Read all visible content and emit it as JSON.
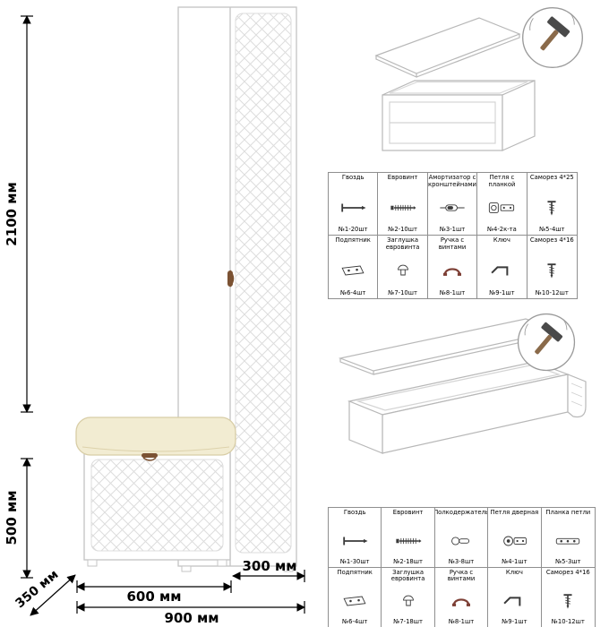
{
  "dims": {
    "total_height": "2100 мм",
    "bench_height": "500 мм",
    "depth": "350 мм",
    "bench_width": "600 мм",
    "cabinet_width": "300 мм",
    "total_width": "900 мм"
  },
  "hardware_top": {
    "row1": [
      {
        "name": "Гвоздь",
        "qty": "№1-20шт"
      },
      {
        "name": "Евровинт",
        "qty": "№2-10шт"
      },
      {
        "name": "Амортизатор с кронштейнами",
        "qty": "№3-1шт"
      },
      {
        "name": "Петля с планкой",
        "qty": "№4-2к-та"
      },
      {
        "name": "Саморез 4*25",
        "qty": "№5-4шт"
      }
    ],
    "row2": [
      {
        "name": "Подпятник",
        "qty": "№6-4шт"
      },
      {
        "name": "Заглушка евровинта",
        "qty": "№7-10шт"
      },
      {
        "name": "Ручка с винтами",
        "qty": "№8-1шт"
      },
      {
        "name": "Ключ",
        "qty": "№9-1шт"
      },
      {
        "name": "Саморез 4*16",
        "qty": "№10-12шт"
      }
    ]
  },
  "hardware_bottom": {
    "row1": [
      {
        "name": "Гвоздь",
        "qty": "№1-30шт"
      },
      {
        "name": "Евровинт",
        "qty": "№2-18шт"
      },
      {
        "name": "Полкодержатель",
        "qty": "№3-8шт"
      },
      {
        "name": "Петля дверная",
        "qty": "№4-1шт"
      },
      {
        "name": "Планка петли",
        "qty": "№5-3шт"
      }
    ],
    "row2": [
      {
        "name": "Подпятник",
        "qty": "№6-4шт"
      },
      {
        "name": "Заглушка евровинта",
        "qty": "№7-18шт"
      },
      {
        "name": "Ручка с винтами",
        "qty": "№8-1шт"
      },
      {
        "name": "Ключ",
        "qty": "№9-1шт"
      },
      {
        "name": "Саморез 4*16",
        "qty": "№10-12шт"
      }
    ]
  }
}
